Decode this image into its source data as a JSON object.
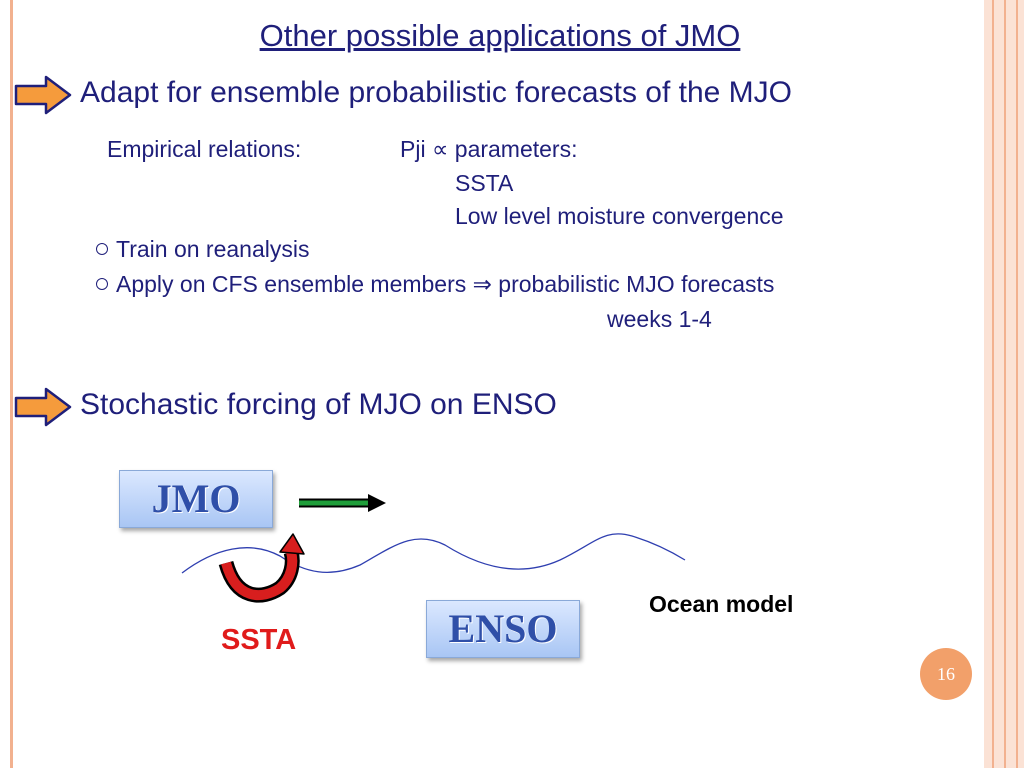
{
  "slide": {
    "title": "Other possible applications of JMO",
    "bullet1": "Adapt for ensemble probabilistic forecasts of the MJO",
    "empirical_label": "Empirical relations:",
    "pji_text": "Pji  ∝ parameters:",
    "param1": "SSTA",
    "param2": "Low level moisture convergence",
    "sub1": "Train on reanalysis",
    "sub2": "Apply on CFS ensemble members ⇒ probabilistic MJO forecasts",
    "sub2_cont": "weeks 1-4",
    "bullet2": "Stochastic forcing of MJO on ENSO",
    "page_number": "16"
  },
  "diagram": {
    "box_jmo": "JMO",
    "box_enso": "ENSO",
    "label_ssta": "SSTA",
    "label_ocean": "Ocean model"
  },
  "colors": {
    "text": "#1f1f7a",
    "accent_orange": "#f59b3c",
    "ssta_red": "#e01b1b",
    "green_arrow": "#1f9e3a"
  },
  "icons": [
    "right-arrow-icon",
    "right-arrow-icon",
    "bullet-circle-icon",
    "bullet-circle-icon"
  ]
}
